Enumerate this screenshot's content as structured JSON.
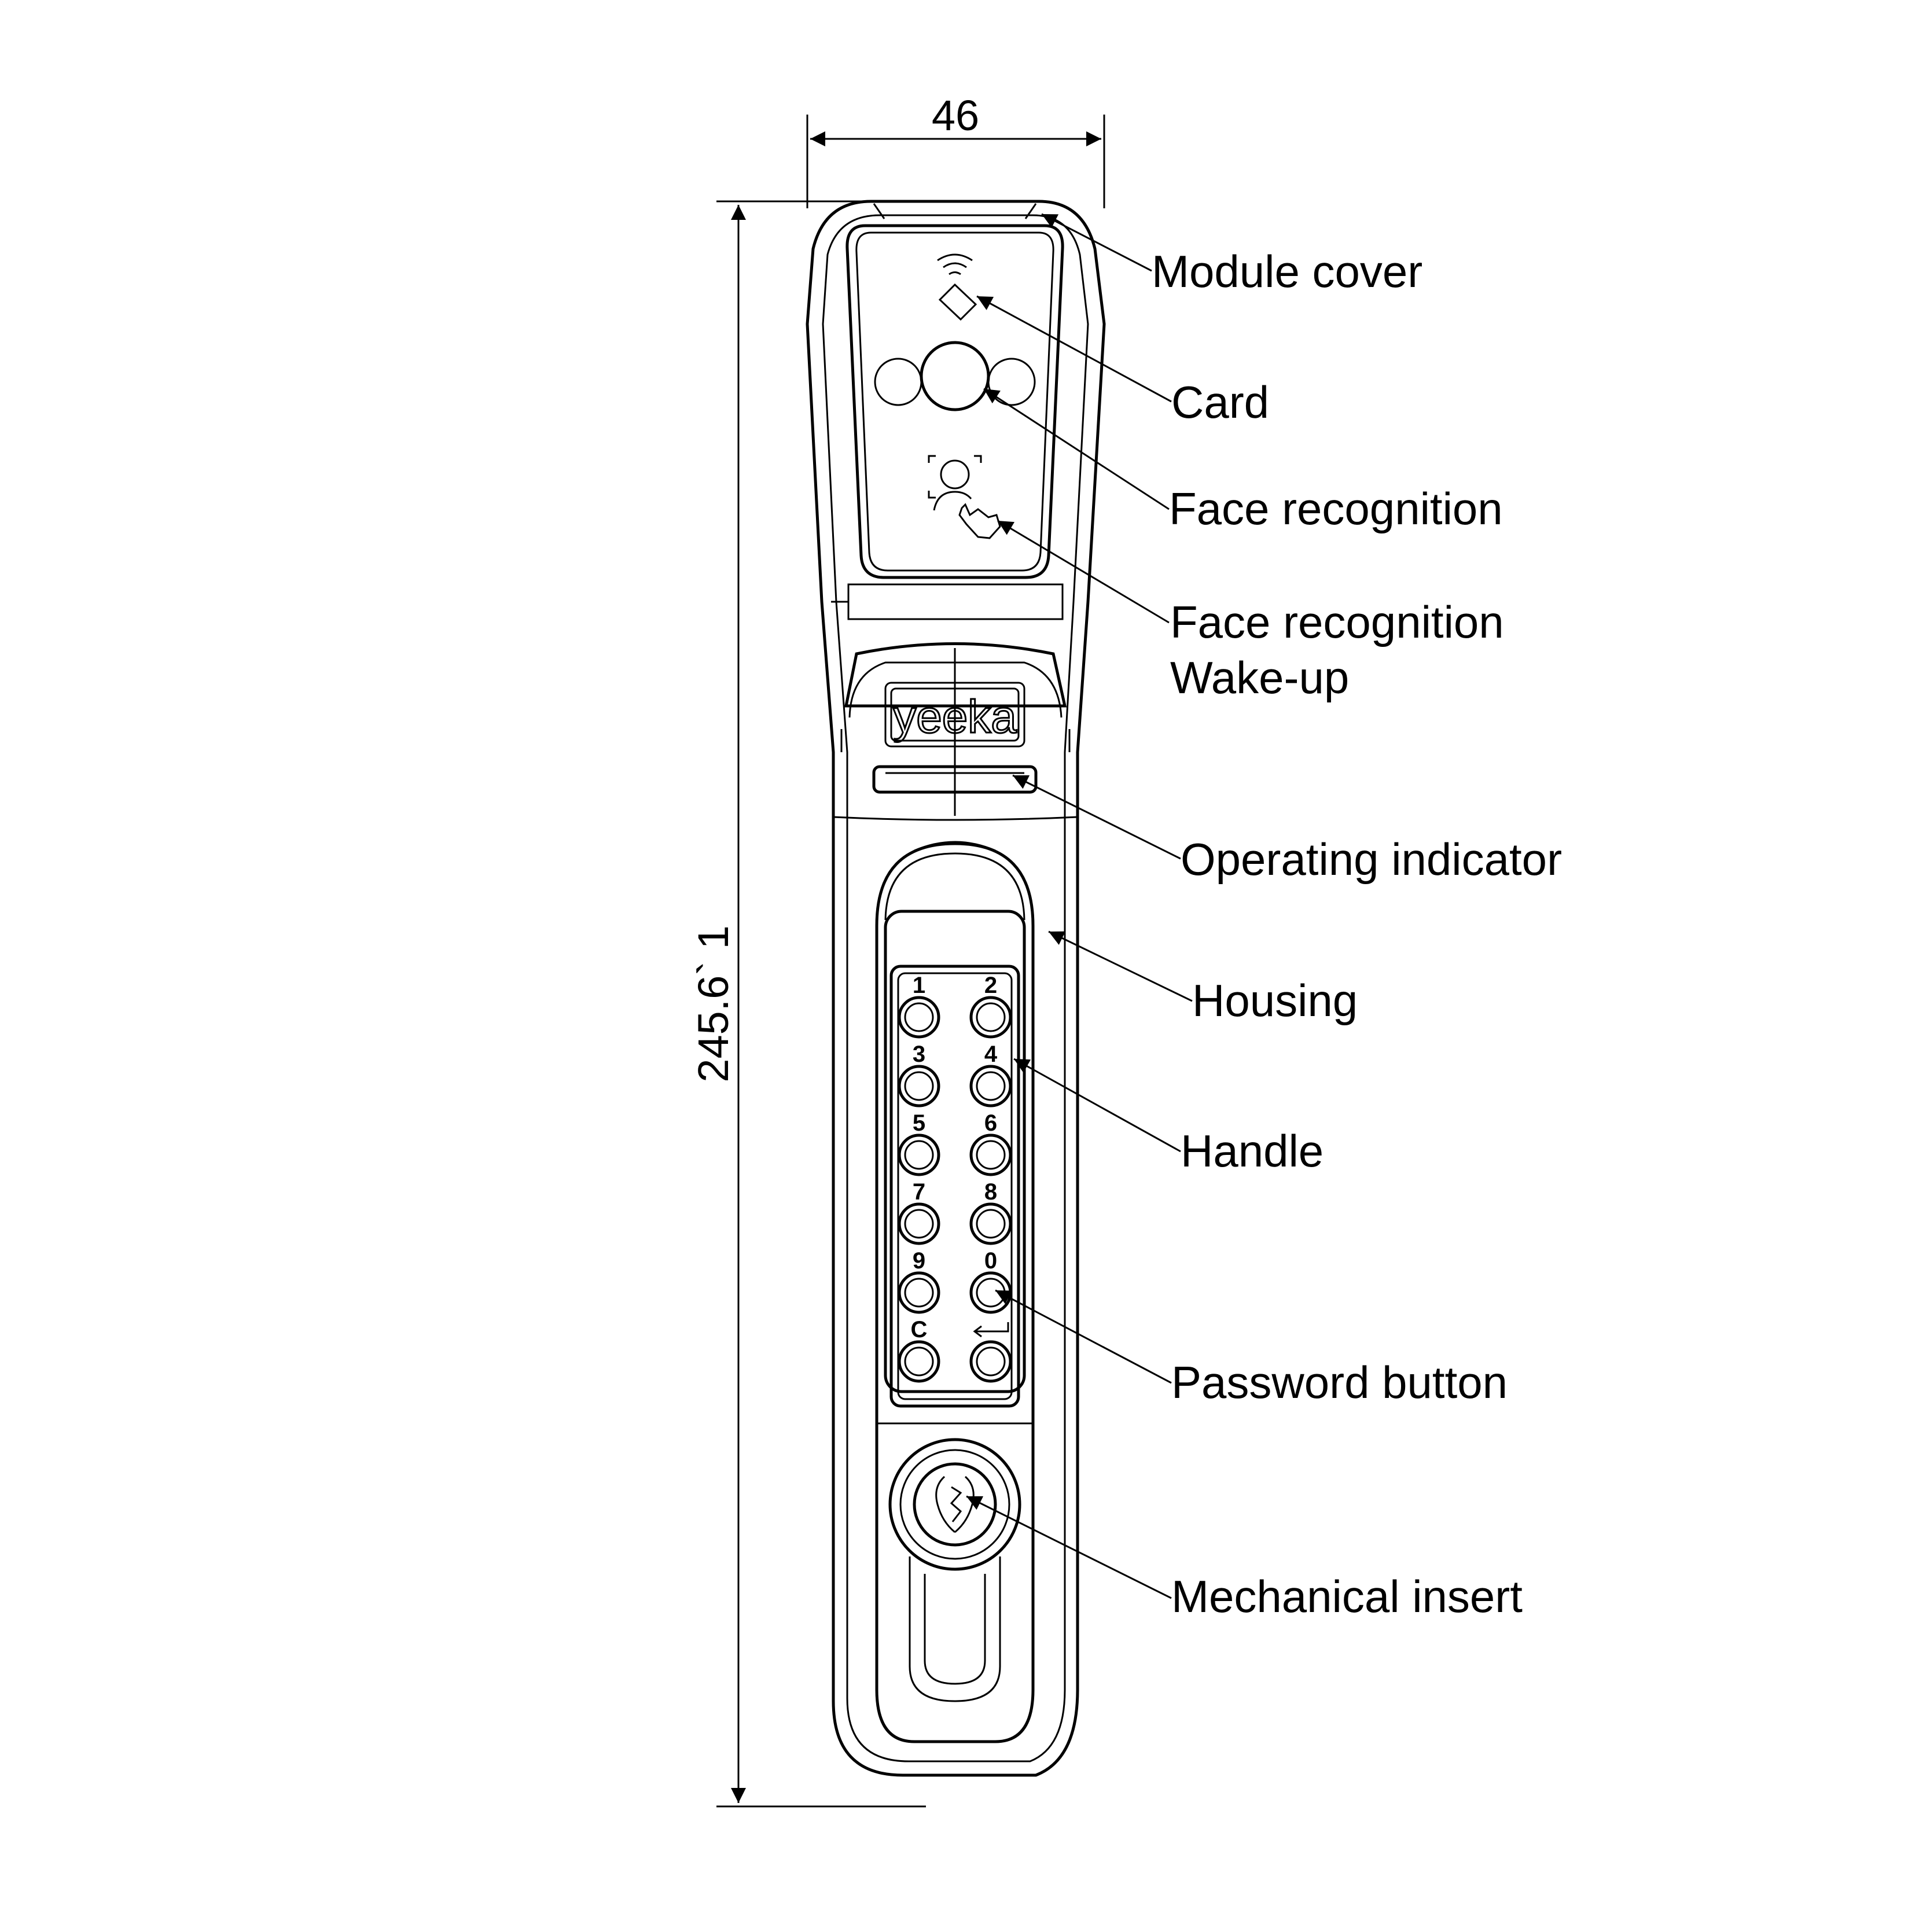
{
  "dimensions": {
    "width": "46",
    "height": "245.6` 1"
  },
  "brand": "yeeka",
  "callouts": [
    {
      "id": "module-cover",
      "lines": [
        "Module cover"
      ]
    },
    {
      "id": "card",
      "lines": [
        "Card"
      ]
    },
    {
      "id": "face-recognition",
      "lines": [
        "Face recognition"
      ]
    },
    {
      "id": "face-recognition-wake-up",
      "lines": [
        "Face recognition",
        "Wake-up"
      ]
    },
    {
      "id": "operating-indicator",
      "lines": [
        "Operating indicator"
      ]
    },
    {
      "id": "housing",
      "lines": [
        "Housing"
      ]
    },
    {
      "id": "handle",
      "lines": [
        "Handle"
      ]
    },
    {
      "id": "password-button",
      "lines": [
        "Password button"
      ]
    },
    {
      "id": "mechanical-insert",
      "lines": [
        "Mechanical insert"
      ]
    }
  ],
  "keypad": {
    "keys": [
      "1",
      "2",
      "3",
      "4",
      "5",
      "6",
      "7",
      "8",
      "9",
      "0",
      "C",
      "enter"
    ],
    "enter_icon": "enter-arrow-icon"
  },
  "icons": {
    "card": "nfc-card-icon",
    "face": "face-scan-touch-icon",
    "camera": "camera-lens-icon",
    "key_cylinder": "key-cylinder-icon"
  }
}
